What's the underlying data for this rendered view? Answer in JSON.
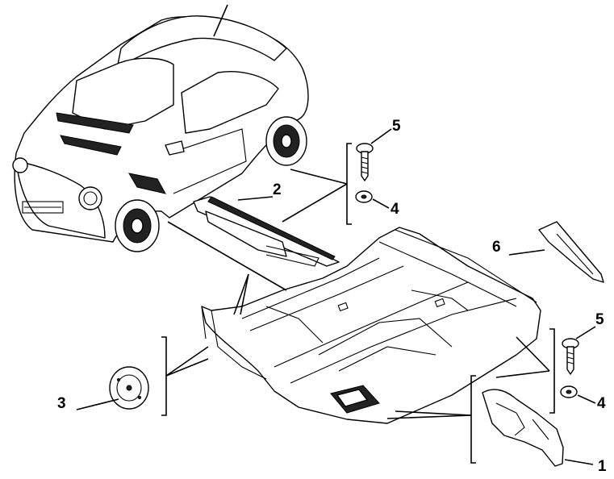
{
  "diagram": {
    "callouts": [
      {
        "id": "1",
        "label": "1"
      },
      {
        "id": "2",
        "label": "2"
      },
      {
        "id": "3",
        "label": "3"
      },
      {
        "id": "4a",
        "label": "4"
      },
      {
        "id": "4b",
        "label": "4"
      },
      {
        "id": "5a",
        "label": "5"
      },
      {
        "id": "5b",
        "label": "5"
      },
      {
        "id": "6",
        "label": "6"
      }
    ],
    "colors": {
      "line": "#000000",
      "background": "#ffffff"
    }
  }
}
